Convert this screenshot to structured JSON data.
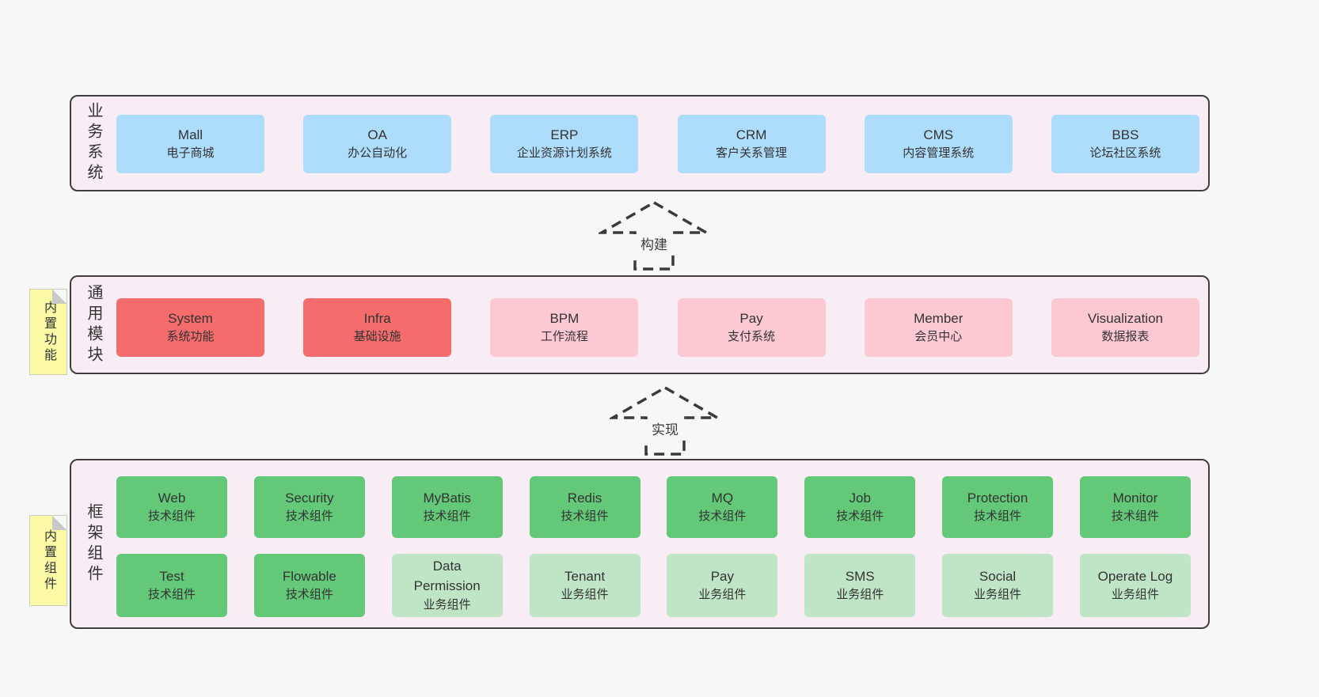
{
  "diagram": {
    "title_hint": "layered architecture diagram",
    "colors": {
      "page_bg": "#f7f7f7",
      "panel_bg": "#f8edf5",
      "panel_border": "#3f3f3f",
      "blue": "#aeddfb",
      "red": "#f56c6c",
      "pink": "#fcc9d3",
      "green": "#63c878",
      "light_green": "#bfe5c6",
      "sticky_yellow": "#fbf9a6",
      "text": "#333333"
    },
    "arrows": [
      {
        "label": "构建"
      },
      {
        "label": "实现"
      }
    ],
    "layers": [
      {
        "label": "业务系统",
        "boxes": [
          {
            "name": "Mall",
            "desc": "电子商城"
          },
          {
            "name": "OA",
            "desc": "办公自动化"
          },
          {
            "name": "ERP",
            "desc": "企业资源计划系统"
          },
          {
            "name": "CRM",
            "desc": "客户关系管理"
          },
          {
            "name": "CMS",
            "desc": "内容管理系统"
          },
          {
            "name": "BBS",
            "desc": "论坛社区系统"
          }
        ]
      },
      {
        "label": "通用模块",
        "sticky": "内置功能",
        "boxes": [
          {
            "name": "System",
            "desc": "系统功能",
            "variant": "red"
          },
          {
            "name": "Infra",
            "desc": "基础设施",
            "variant": "red"
          },
          {
            "name": "BPM",
            "desc": "工作流程",
            "variant": "pink"
          },
          {
            "name": "Pay",
            "desc": "支付系统",
            "variant": "pink"
          },
          {
            "name": "Member",
            "desc": "会员中心",
            "variant": "pink"
          },
          {
            "name": "Visualization",
            "desc": "数据报表",
            "variant": "pink"
          }
        ]
      },
      {
        "label": "框架组件",
        "sticky": "内置组件",
        "rows": [
          [
            {
              "name": "Web",
              "desc": "技术组件",
              "variant": "green"
            },
            {
              "name": "Security",
              "desc": "技术组件",
              "variant": "green"
            },
            {
              "name": "MyBatis",
              "desc": "技术组件",
              "variant": "green"
            },
            {
              "name": "Redis",
              "desc": "技术组件",
              "variant": "green"
            },
            {
              "name": "MQ",
              "desc": "技术组件",
              "variant": "green"
            },
            {
              "name": "Job",
              "desc": "技术组件",
              "variant": "green"
            },
            {
              "name": "Protection",
              "desc": "技术组件",
              "variant": "green"
            },
            {
              "name": "Monitor",
              "desc": "技术组件",
              "variant": "green"
            }
          ],
          [
            {
              "name": "Test",
              "desc": "技术组件",
              "variant": "green"
            },
            {
              "name": "Flowable",
              "desc": "技术组件",
              "variant": "green"
            },
            {
              "name": "Data Permission",
              "desc": "业务组件",
              "variant": "lightgreen"
            },
            {
              "name": "Tenant",
              "desc": "业务组件",
              "variant": "lightgreen"
            },
            {
              "name": "Pay",
              "desc": "业务组件",
              "variant": "lightgreen"
            },
            {
              "name": "SMS",
              "desc": "业务组件",
              "variant": "lightgreen"
            },
            {
              "name": "Social",
              "desc": "业务组件",
              "variant": "lightgreen"
            },
            {
              "name": "Operate Log",
              "desc": "业务组件",
              "variant": "lightgreen"
            }
          ]
        ]
      }
    ]
  }
}
